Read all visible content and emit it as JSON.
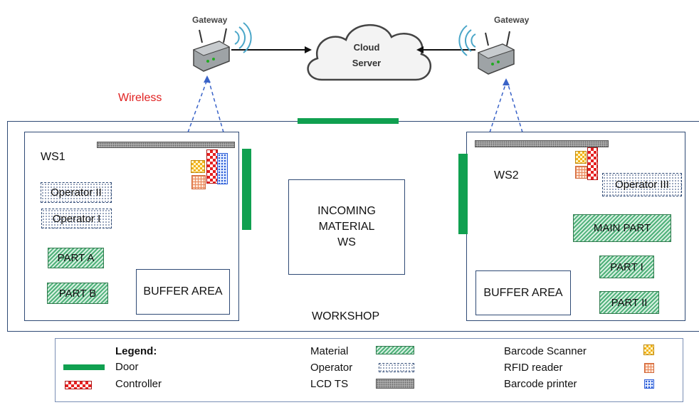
{
  "top": {
    "gateway_left": "Gateway",
    "gateway_right": "Gateway",
    "cloud_line1": "Cloud",
    "cloud_line2": "Server",
    "wireless": "Wireless"
  },
  "workshop": {
    "label": "WORKSHOP"
  },
  "ws1": {
    "title": "WS1",
    "operator_2": "Operator II",
    "operator_1": "Operator I",
    "part_a": "PART A",
    "part_b": "PART B",
    "buffer": "BUFFER AREA"
  },
  "incoming": {
    "line1": "INCOMING",
    "line2": "MATERIAL",
    "line3": "WS"
  },
  "ws2": {
    "title": "WS2",
    "operator_3": "Operator III",
    "main_part": "MAIN PART",
    "part_1": "PART I",
    "part_2": "PART II",
    "buffer": "BUFFER AREA"
  },
  "legend": {
    "title": "Legend:",
    "door": "Door",
    "controller": "Controller",
    "material": "Material",
    "operator": "Operator",
    "lcd": "LCD TS",
    "scanner": "Barcode Scanner",
    "rfid": "RFID reader",
    "printer": "Barcode printer"
  },
  "colors": {
    "wireless_text": "#e02020",
    "door": "#10a050",
    "box_border": "#2f4a75",
    "link_line": "#3a63c8"
  }
}
